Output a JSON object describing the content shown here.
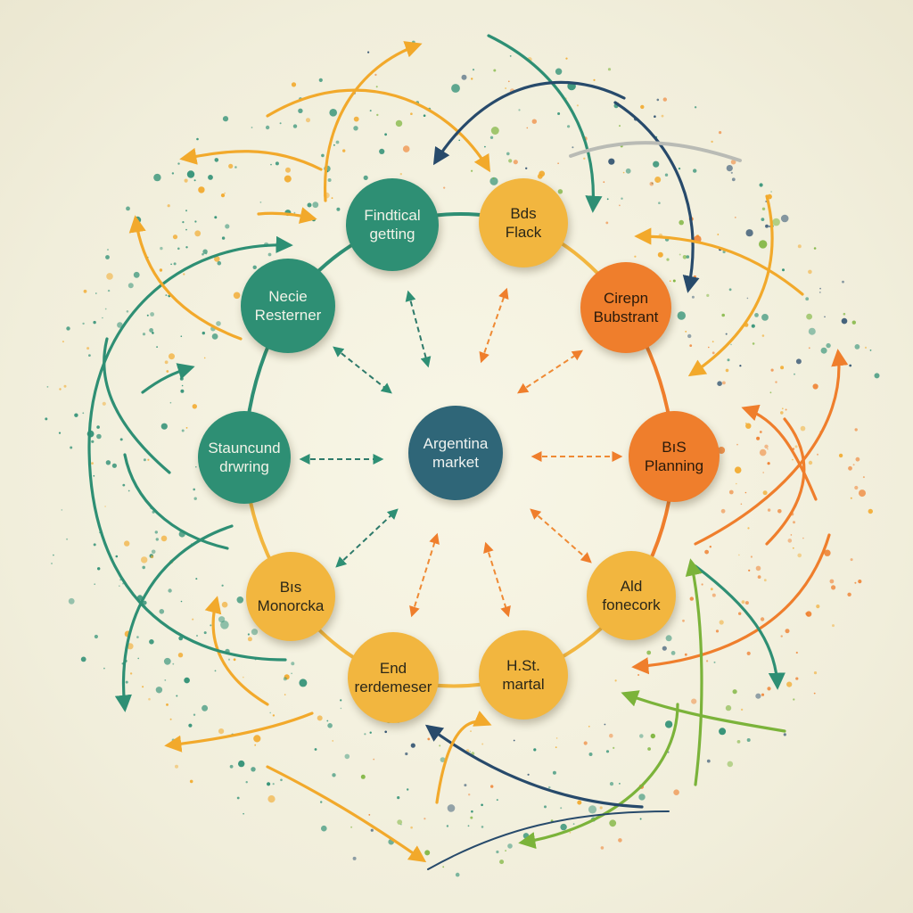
{
  "colors": {
    "teal": "#2e8f74",
    "yellow": "#f2b63f",
    "orange": "#ef7e2c",
    "blue": "#2f6678",
    "green": "#7bb33a",
    "navy": "#274a6b"
  },
  "diagram": {
    "center": {
      "line1": "Argentina",
      "line2": "market"
    },
    "nodes": [
      {
        "id": "n1",
        "line1": "Findtical",
        "line2": "getting",
        "color": "teal"
      },
      {
        "id": "n2",
        "line1": "Bds",
        "line2": "Flack",
        "color": "yellow"
      },
      {
        "id": "n3",
        "line1": "Cirepn",
        "line2": "Bubstrant",
        "color": "orange"
      },
      {
        "id": "n4",
        "line1": "BıS",
        "line2": "Planning",
        "color": "orange"
      },
      {
        "id": "n5",
        "line1": "Ald",
        "line2": "fonecork",
        "color": "yellow"
      },
      {
        "id": "n6",
        "line1": "H.St.",
        "line2": "martal",
        "color": "yellow"
      },
      {
        "id": "n7",
        "line1": "End",
        "line2": "rerdemeser",
        "color": "yellow"
      },
      {
        "id": "n8",
        "line1": "Bıs",
        "line2": "Monorcka",
        "color": "yellow"
      },
      {
        "id": "n9",
        "line1": "Stauncund",
        "line2": "drwring",
        "color": "teal"
      },
      {
        "id": "n10",
        "line1": "Necie",
        "line2": "Resterner",
        "color": "teal"
      }
    ]
  }
}
